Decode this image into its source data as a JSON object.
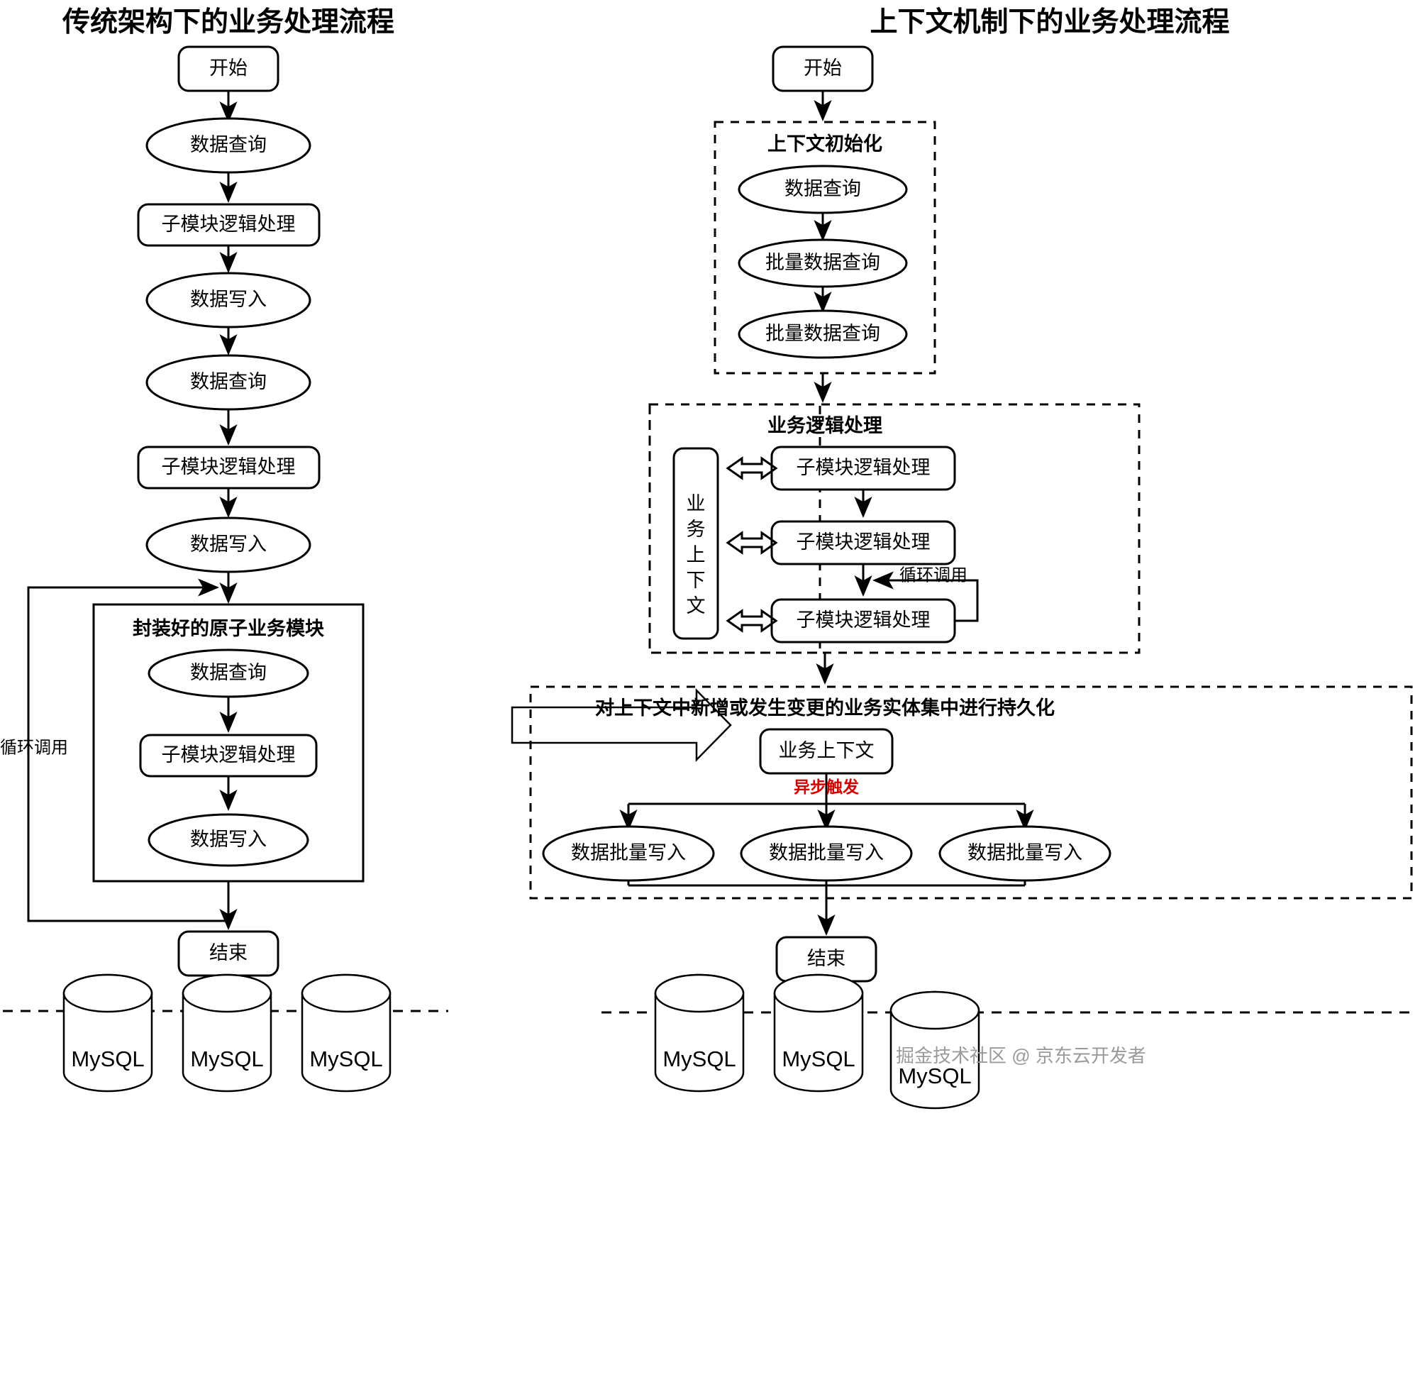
{
  "panels": {
    "left": {
      "title": "传统架构下的业务处理流程",
      "nodes": {
        "start": "开始",
        "q1": "数据查询",
        "sub1": "子模块逻辑处理",
        "w1": "数据写入",
        "q2": "数据查询",
        "sub2": "子模块逻辑处理",
        "w2": "数据写入",
        "group": "封装好的原子业务模块",
        "gq": "数据查询",
        "gsub": "子模块逻辑处理",
        "gw": "数据写入",
        "end": "结束"
      },
      "edge_labels": {
        "loop": "循环调用"
      },
      "databases": [
        "MySQL",
        "MySQL",
        "MySQL"
      ]
    },
    "right": {
      "title": "上下文机制下的业务处理流程",
      "nodes": {
        "start": "开始",
        "init_group": "上下文初始化",
        "i1": "数据查询",
        "i2": "批量数据查询",
        "i3": "批量数据查询",
        "logic_group": "业务逻辑处理",
        "context_bar": "业务上下文",
        "l1": "子模块逻辑处理",
        "l2": "子模块逻辑处理",
        "l3": "子模块逻辑处理",
        "persist_group": "对上下文中新增或发生变更的业务实体集中进行持久化",
        "ctx_box": "业务上下文",
        "p1": "数据批量写入",
        "p2": "数据批量写入",
        "p3": "数据批量写入",
        "end": "结束"
      },
      "edge_labels": {
        "loop": "循环调用",
        "async": "异步触发"
      },
      "databases": [
        "MySQL",
        "MySQL",
        "MySQL"
      ]
    }
  },
  "transition_arrow": {
    "name": "transition-arrow"
  },
  "watermark": "掘金技术社区 @ 京东云开发者",
  "colors": {
    "stroke": "#000000",
    "background": "#ffffff",
    "accent_red": "#d40000",
    "watermark": "#9a9a9a"
  }
}
